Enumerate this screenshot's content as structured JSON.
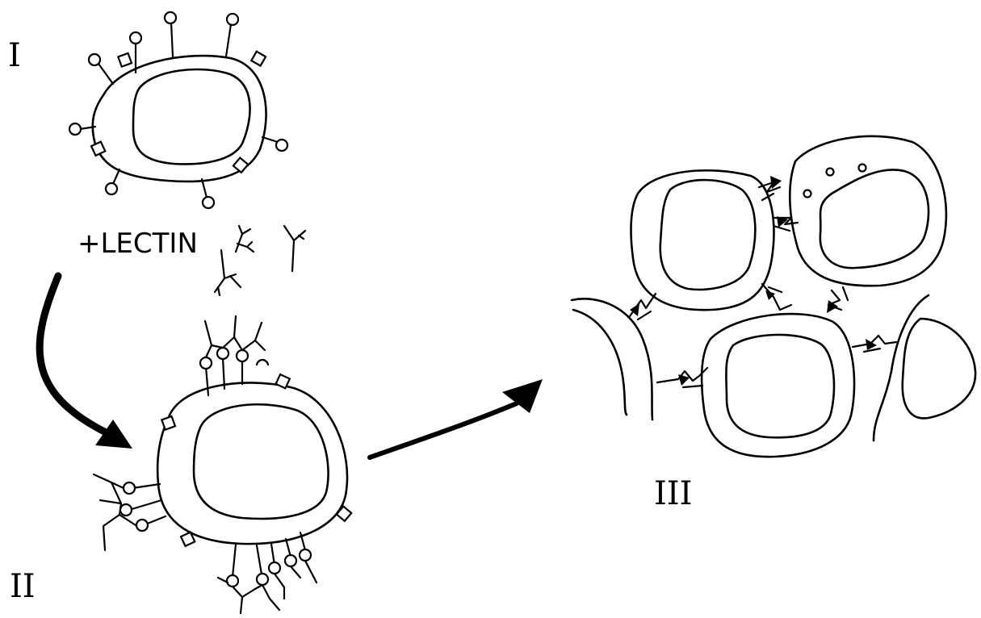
{
  "labels": {
    "stage_one": "I",
    "stage_two": "II",
    "stage_three": "III",
    "lectin": "+LECTIN"
  },
  "colors": {
    "ink": "#000000",
    "background": "#ffffff"
  }
}
